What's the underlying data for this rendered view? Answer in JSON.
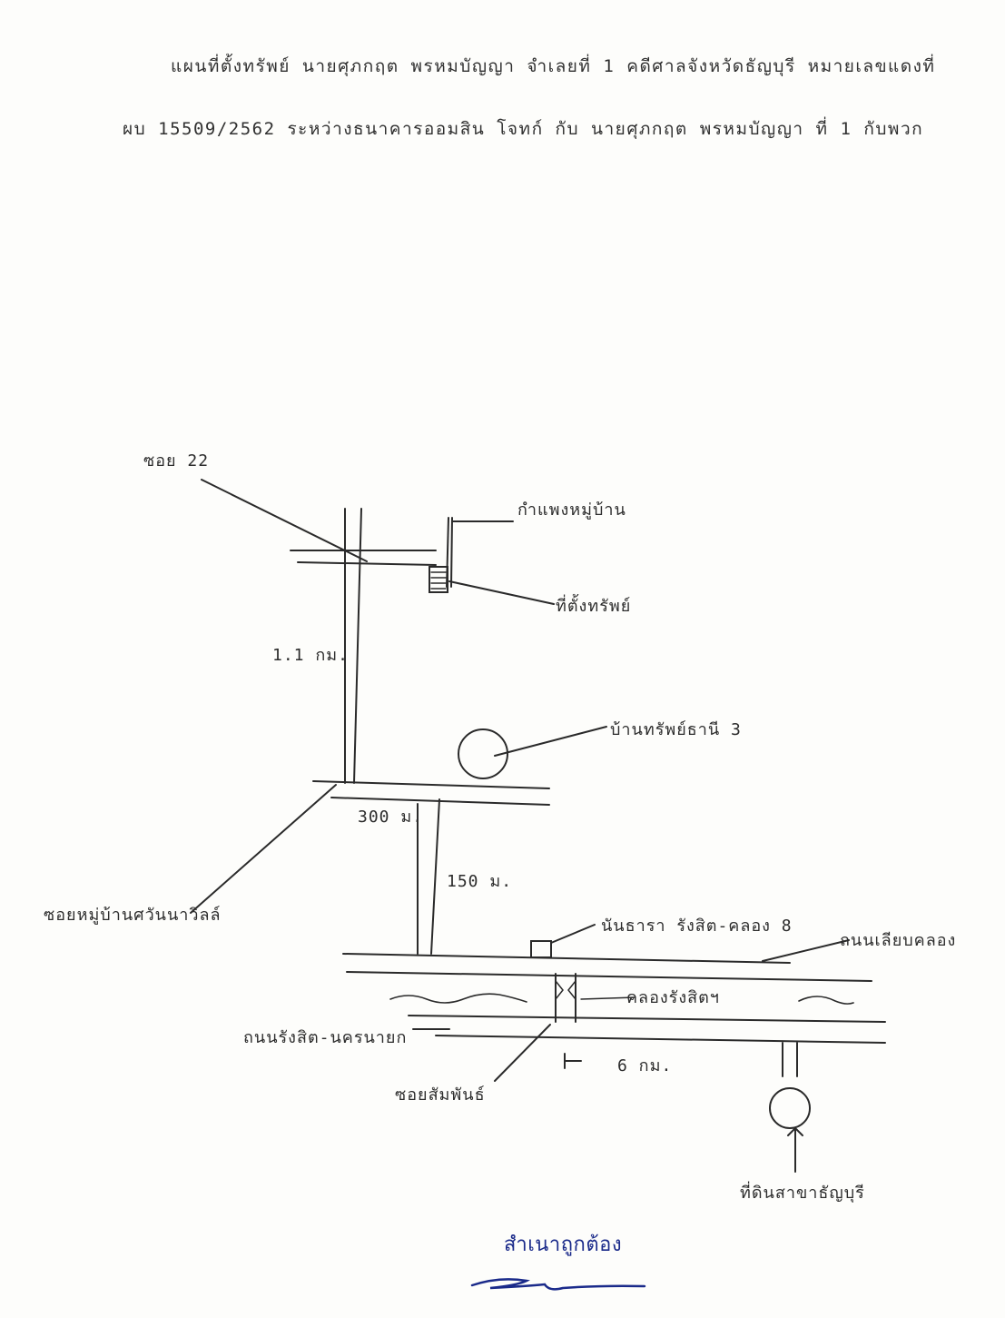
{
  "header": {
    "line1": "แผนที่ตั้งทรัพย์ นายศุภกฤต พรหมบัญญา จำเลยที่ 1  คดีศาลจังหวัดธัญบุรี หมายเลขแดงที่",
    "line2": "ผบ 15509/2562 ระหว่างธนาคารออมสิน โจทก์ กับ นายศุภกฤต พรหมบัญญา ที่ 1 กับพวก"
  },
  "labels": {
    "soi22": "ซอย 22",
    "village_wall": "กำแพงหมู่บ้าน",
    "property_location": "ที่ตั้งทรัพย์",
    "dist_1_1km": "1.1 กม.",
    "ban_sap_thani": "บ้านทรัพย์ธานี 3",
    "dist_300m": "300 ม.",
    "dist_150m": "150 ม.",
    "soi_village": "ซอยหมู่บ้านศวันนาวิลล์",
    "nantara": "นันธารา รังสิต-คลอง 8",
    "canal_road": "ถนนเลียบคลอง",
    "canal": "คลองรังสิตฯ",
    "rangsit_road": "ถนนรังสิต-นครนายก",
    "dist_6km": "6 กม.",
    "soi_sampan": "ซอยสัมพันธ์",
    "thanyaburi_branch": "ที่ดินสาขาธัญบุรี"
  },
  "certification": {
    "text": "สำเนาถูกต้อง"
  },
  "colors": {
    "ink": "#2a2a2a",
    "certification_ink": "#1a2a8a"
  }
}
